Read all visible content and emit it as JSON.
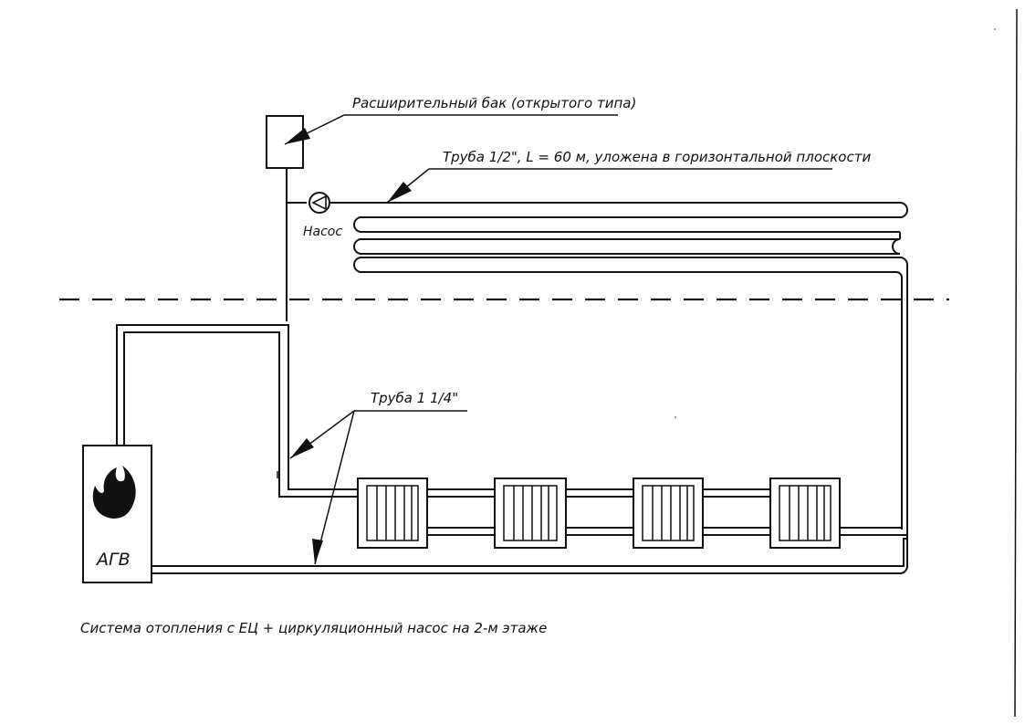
{
  "labels": {
    "expansion_tank": "Расширительный бак (открытого типа)",
    "pipe_floor": "Труба 1/2\", L = 60 м, уложена в горизонтальной плоскости",
    "pump": "Насос",
    "pipe_main": "Труба 1 1/4\"",
    "boiler": "АГВ",
    "caption": "Система отопления с ЕЦ + циркуляционный насос на 2-м этаже"
  },
  "icons": {
    "boiler_flame": "flame-icon",
    "pump": "pump-icon"
  },
  "colors": {
    "ink": "#111111",
    "paper": "#ffffff"
  }
}
